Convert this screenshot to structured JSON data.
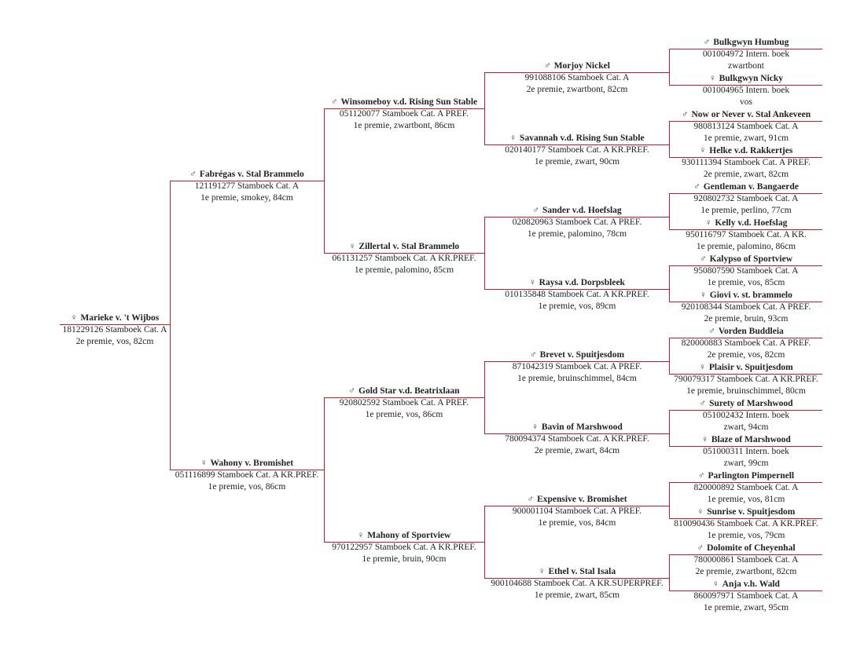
{
  "colors": {
    "line": "#b22222",
    "text": "#222222"
  },
  "sex_symbols": {
    "m": "♂",
    "f": "♀"
  },
  "pedigree": {
    "name": "Marieke v. 't Wijbos",
    "sex": "f",
    "reg": "181229126 Stamboek Cat. A",
    "desc": [
      "2e premie, vos, 82cm"
    ],
    "sire": {
      "name": "Fabrégas v. Stal Brammelo",
      "sex": "m",
      "reg": "121191277 Stamboek Cat. A",
      "desc": [
        "1e premie, smokey, 84cm"
      ],
      "sire": {
        "name": "Winsomeboy v.d. Rising Sun Stable",
        "sex": "m",
        "reg": "051120077 Stamboek Cat. A PREF.",
        "desc": [
          "1e premie, zwartbont, 86cm"
        ],
        "sire": {
          "name": "Morjoy Nickel",
          "sex": "m",
          "reg": "991088106 Stamboek Cat. A",
          "desc": [
            "2e premie, zwartbont, 82cm"
          ],
          "sire": {
            "name": "Bulkgwyn Humbug",
            "sex": "m",
            "reg": "001004972 Intern. boek",
            "desc": [
              "zwartbont"
            ]
          },
          "dam": {
            "name": "Bulkgwyn Nicky",
            "sex": "f",
            "reg": "001004965 Intern. boek",
            "desc": [
              "vos"
            ]
          }
        },
        "dam": {
          "name": "Savannah v.d. Rising Sun Stable",
          "sex": "f",
          "reg": "020140177 Stamboek Cat. A KR.PREF.",
          "desc": [
            "1e premie, zwart, 90cm"
          ],
          "sire": {
            "name": "Now or Never v. Stal Ankeveen",
            "sex": "m",
            "reg": "980813124 Stamboek Cat. A",
            "desc": [
              "1e premie, zwart, 91cm"
            ]
          },
          "dam": {
            "name": "Helke v.d. Rakkertjes",
            "sex": "f",
            "reg": "930111394 Stamboek Cat. A PREF.",
            "desc": [
              "2e premie, zwart, 82cm"
            ]
          }
        }
      },
      "dam": {
        "name": "Zillertal v. Stal Brammelo",
        "sex": "f",
        "reg": "061131257 Stamboek Cat. A KR.PREF.",
        "desc": [
          "1e premie, palomino, 85cm"
        ],
        "sire": {
          "name": "Sander v.d. Hoefslag",
          "sex": "m",
          "reg": "020820963 Stamboek Cat. A PREF.",
          "desc": [
            "1e premie, palomino, 78cm"
          ],
          "sire": {
            "name": "Gentleman v. Bangaerde",
            "sex": "m",
            "reg": "920802732 Stamboek Cat. A",
            "desc": [
              "1e premie, perlino, 77cm"
            ]
          },
          "dam": {
            "name": "Kelly v.d. Hoefslag",
            "sex": "f",
            "reg": "950116797 Stamboek Cat. A KR.",
            "desc": [
              "1e premie, palomino, 86cm"
            ]
          }
        },
        "dam": {
          "name": "Raysa v.d. Dorpsbleek",
          "sex": "f",
          "reg": "010135848 Stamboek Cat. A KR.PREF.",
          "desc": [
            "1e premie, vos, 89cm"
          ],
          "sire": {
            "name": "Kalypso of Sportview",
            "sex": "m",
            "reg": "950807590 Stamboek Cat. A",
            "desc": [
              "1e premie, vos, 85cm"
            ]
          },
          "dam": {
            "name": "Giovi v. st. brammelo",
            "sex": "f",
            "reg": "920108344 Stamboek Cat. A PREF.",
            "desc": [
              "2e premie, bruin, 93cm"
            ]
          }
        }
      }
    },
    "dam": {
      "name": "Wahony v. Bromishet",
      "sex": "f",
      "reg": "051116899 Stamboek Cat. A KR.PREF.",
      "desc": [
        "1e premie, vos, 86cm"
      ],
      "sire": {
        "name": "Gold Star v.d. Beatrixlaan",
        "sex": "m",
        "reg": "920802592 Stamboek Cat. A PREF.",
        "desc": [
          "1e premie, vos, 86cm"
        ],
        "sire": {
          "name": "Brevet v. Spuitjesdom",
          "sex": "m",
          "reg": "871042319 Stamboek Cat. A PREF.",
          "desc": [
            "1e premie, bruinschimmel, 84cm"
          ],
          "sire": {
            "name": "Vorden Buddleia",
            "sex": "m",
            "reg": "820000883 Stamboek Cat. A PREF.",
            "desc": [
              "2e premie, vos, 82cm"
            ]
          },
          "dam": {
            "name": "Plaisir v. Spuitjesdom",
            "sex": "f",
            "reg": "790079317 Stamboek Cat. A KR.PREF.",
            "desc": [
              "1e premie, bruinschimmel, 80cm"
            ]
          }
        },
        "dam": {
          "name": "Bavin of Marshwood",
          "sex": "f",
          "reg": "780094374 Stamboek Cat. A KR.PREF.",
          "desc": [
            "2e premie, zwart, 84cm"
          ],
          "sire": {
            "name": "Surety of Marshwood",
            "sex": "m",
            "reg": "051002432 Intern. boek",
            "desc": [
              "zwart, 94cm"
            ]
          },
          "dam": {
            "name": "Blaze of Marshwood",
            "sex": "f",
            "reg": "051000311 Intern. boek",
            "desc": [
              "zwart, 99cm"
            ]
          }
        }
      },
      "dam": {
        "name": "Mahony of Sportview",
        "sex": "f",
        "reg": "970122957 Stamboek Cat. A KR.PREF.",
        "desc": [
          "1e premie, bruin, 90cm"
        ],
        "sire": {
          "name": "Expensive v. Bromishet",
          "sex": "m",
          "reg": "900001104 Stamboek Cat. A PREF.",
          "desc": [
            "1e premie, vos, 84cm"
          ],
          "sire": {
            "name": "Parlington Pimpernell",
            "sex": "m",
            "reg": "820000892 Stamboek Cat. A",
            "desc": [
              "1e premie, vos, 81cm"
            ]
          },
          "dam": {
            "name": "Sunrise v. Spuitjesdom",
            "sex": "f",
            "reg": "810090436 Stamboek Cat. A KR.PREF.",
            "desc": [
              "1e premie, vos, 79cm"
            ]
          }
        },
        "dam": {
          "name": "Ethel v. Stal Isala",
          "sex": "f",
          "reg": "900104688 Stamboek Cat. A KR.SUPERPREF.",
          "desc": [
            "1e premie, zwart, 85cm"
          ],
          "sire": {
            "name": "Dolomite of Cheyenhal",
            "sex": "m",
            "reg": "780000861 Stamboek Cat. A",
            "desc": [
              "2e premie, zwartbont, 82cm"
            ]
          },
          "dam": {
            "name": "Anja v.h. Wald",
            "sex": "f",
            "reg": "860097971 Stamboek Cat. A",
            "desc": [
              "1e premie, zwart, 95cm"
            ]
          }
        }
      }
    }
  }
}
